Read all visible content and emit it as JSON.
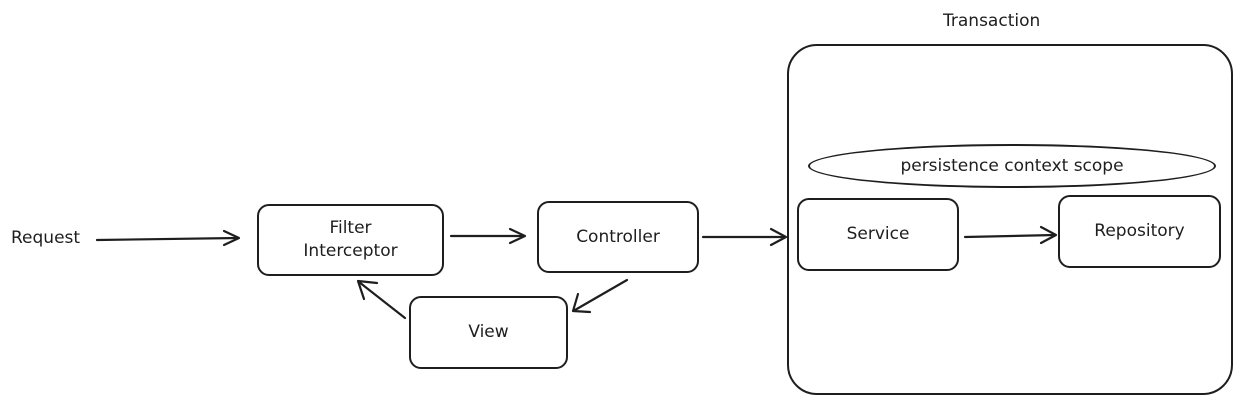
{
  "labels": {
    "request": "Request",
    "transaction": "Transaction",
    "persistence_scope": "persistence context scope"
  },
  "nodes": {
    "filter": {
      "line1": "Filter",
      "line2": "Interceptor"
    },
    "controller": "Controller",
    "view": "View",
    "service": "Service",
    "repository": "Repository"
  },
  "colors": {
    "stroke": "#1e1e1e",
    "background": "#ffffff"
  }
}
